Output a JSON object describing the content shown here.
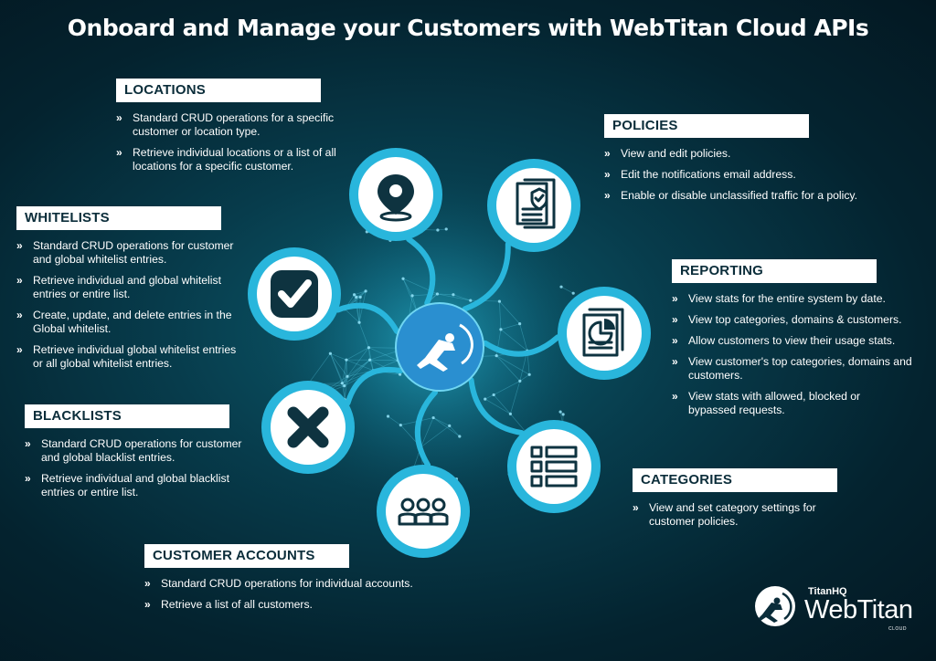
{
  "title": "Onboard and Manage your Customers with WebTitan Cloud APIs",
  "colors": {
    "accent": "#29b6dc",
    "hub": "#2a8fd0",
    "icon": "#0e3340",
    "header_bg": "#ffffff",
    "header_text": "#0b2d3a"
  },
  "sections": {
    "locations": {
      "header": "LOCATIONS",
      "icon": "location-pin-icon",
      "items": [
        "Standard CRUD operations for a specific customer or location type.",
        "Retrieve individual locations or a list of all locations for a specific customer."
      ]
    },
    "policies": {
      "header": "POLICIES",
      "icon": "policy-document-icon",
      "items": [
        "View and edit policies.",
        "Edit the notifications email address.",
        "Enable or disable unclassified traffic for a policy."
      ]
    },
    "whitelists": {
      "header": "WHITELISTS",
      "icon": "checkmark-icon",
      "items": [
        "Standard CRUD operations for customer and global whitelist entries.",
        "Retrieve individual and global whitelist entries or entire list.",
        "Create, update, and delete entries in the Global whitelist.",
        "Retrieve individual global whitelist entries or all global whitelist entries."
      ]
    },
    "reporting": {
      "header": "REPORTING",
      "icon": "report-chart-icon",
      "items": [
        "View stats for the entire system by date.",
        "View top categories, domains & customers.",
        "Allow customers to view their usage stats.",
        "View customer's top categories, domains and customers.",
        "View stats with allowed, blocked or bypassed requests."
      ]
    },
    "blacklists": {
      "header": "BLACKLISTS",
      "icon": "x-mark-icon",
      "items": [
        "Standard CRUD operations for customer and global blacklist entries.",
        "Retrieve individual and global blacklist entries or entire list."
      ]
    },
    "categories": {
      "header": "CATEGORIES",
      "icon": "category-list-icon",
      "items": [
        "View and set category settings for customer policies."
      ]
    },
    "customers": {
      "header": "CUSTOMER ACCOUNTS",
      "icon": "customers-group-icon",
      "items": [
        "Standard CRUD operations for individual accounts.",
        "Retrieve a list of all customers."
      ]
    }
  },
  "center_icon": "webtitan-mascot-icon",
  "brand": {
    "company": "TitanHQ",
    "product": "WebTitan",
    "tag": "CLOUD",
    "logo_icon": "webtitan-logo-icon"
  }
}
